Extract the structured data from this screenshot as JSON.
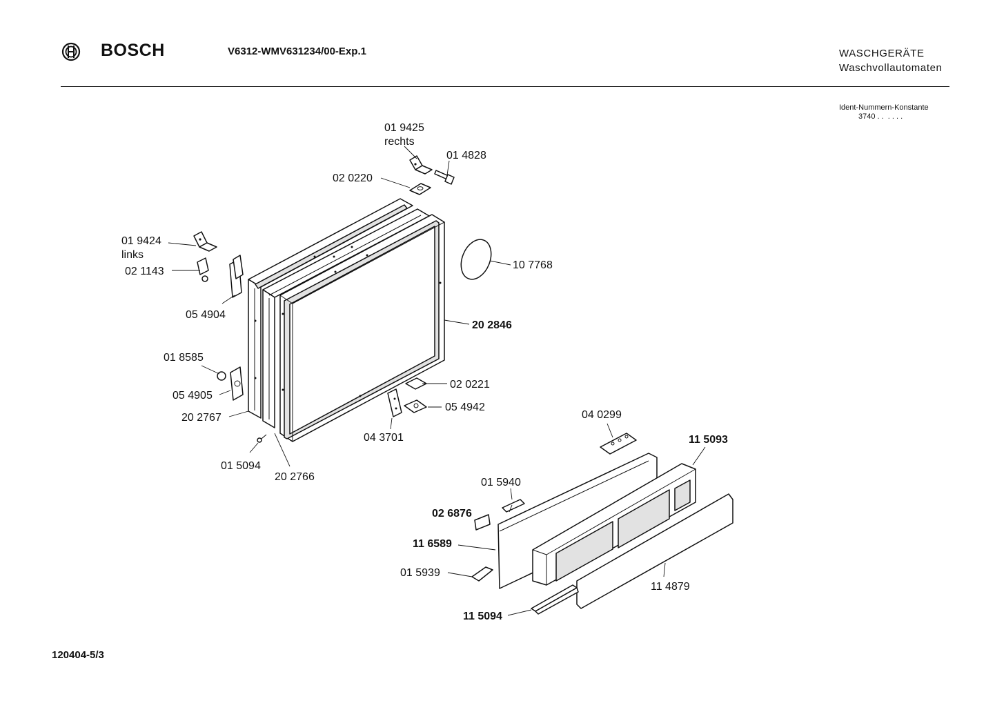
{
  "header": {
    "brand": "BOSCH",
    "model": "V6312-WMV631234/00-Exp.1",
    "category": "WASCHGERÄTE",
    "subcategory": "Waschvollautomaten",
    "ident_label": "Ident-Nummern-Konstante",
    "ident_value": "3740 . .  . . . ."
  },
  "footer": {
    "code": "120404-5/3"
  },
  "icons": {
    "logo": "bosch-armature-icon"
  },
  "parts": [
    {
      "number": "01 9425",
      "note": "rechts",
      "bold": false
    },
    {
      "number": "01 4828",
      "bold": false
    },
    {
      "number": "02 0220",
      "bold": false
    },
    {
      "number": "01 9424",
      "note": "links",
      "bold": false
    },
    {
      "number": "02 1143",
      "bold": false
    },
    {
      "number": "10 7768",
      "bold": false
    },
    {
      "number": "05 4904",
      "bold": false
    },
    {
      "number": "20 2846",
      "bold": true
    },
    {
      "number": "01 8585",
      "bold": false
    },
    {
      "number": "02 0221",
      "bold": false
    },
    {
      "number": "05 4905",
      "bold": false
    },
    {
      "number": "05 4942",
      "bold": false
    },
    {
      "number": "20 2767",
      "bold": false
    },
    {
      "number": "04 3701",
      "bold": false
    },
    {
      "number": "04 0299",
      "bold": false
    },
    {
      "number": "11 5093",
      "bold": true
    },
    {
      "number": "01 5094",
      "bold": false
    },
    {
      "number": "20 2766",
      "bold": false
    },
    {
      "number": "01 5940",
      "bold": false
    },
    {
      "number": "02 6876",
      "bold": true
    },
    {
      "number": "11 6589",
      "bold": true
    },
    {
      "number": "01 5939",
      "bold": false
    },
    {
      "number": "11 4879",
      "bold": false
    },
    {
      "number": "11 5094",
      "bold": true
    }
  ]
}
